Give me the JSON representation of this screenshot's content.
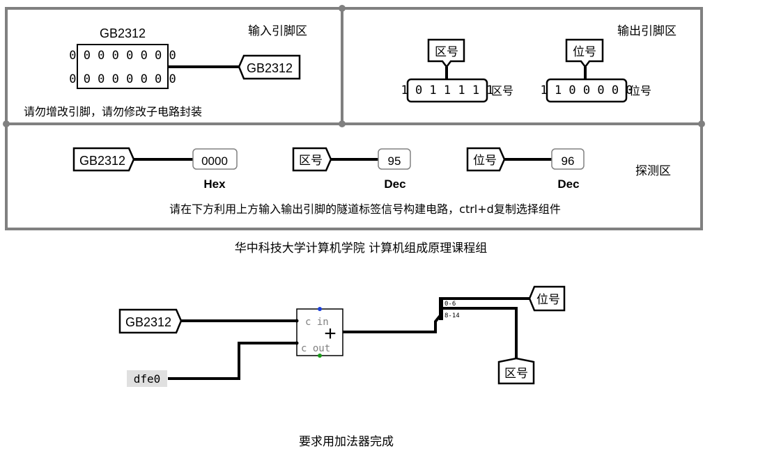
{
  "colors": {
    "panel_border": "#808080",
    "wire": "#000000",
    "pin_blue": "#1a3fd8",
    "pin_green": "#1a9a1a",
    "const_bg": "#e0e0e0",
    "probe_border": "#808080"
  },
  "input_area": {
    "title": "输入引脚区",
    "pin_label": "GB2312",
    "bits_row1": "0 0 0 0 0 0 0 0",
    "bits_row2": "0 0 0 0 0 0 0 0",
    "tunnel": "GB2312",
    "note": "请勿增改引脚，请勿修改子电路封装"
  },
  "output_area": {
    "title": "输出引脚区",
    "zone_tunnel": "区号",
    "zone_bits": "1 0 1 1 1 1 1",
    "zone_label": "区号",
    "pos_tunnel": "位号",
    "pos_bits": "1 1 0 0 0 0 0",
    "pos_label": "位号"
  },
  "probe_area": {
    "title": "探测区",
    "probes": [
      {
        "tunnel": "GB2312",
        "value": "0000",
        "radix": "Hex"
      },
      {
        "tunnel": "区号",
        "value": "95",
        "radix": "Dec"
      },
      {
        "tunnel": "位号",
        "value": "96",
        "radix": "Dec"
      }
    ],
    "instruction": "请在下方利用上方输入输出引脚的隧道标签信号构建电路，ctrl+d复制选择组件"
  },
  "credit": "华中科技大学计算机学院 计算机组成原理课程组",
  "circuit": {
    "tunnel_in": "GB2312",
    "adder_symbol": "+",
    "adder_cin": "c in",
    "adder_cout": "c out",
    "constant": "dfe0",
    "splitter_low": "0-6",
    "splitter_high": "8-14",
    "out_pos": "位号",
    "out_zone": "区号"
  },
  "requirement": "要求用加法器完成"
}
